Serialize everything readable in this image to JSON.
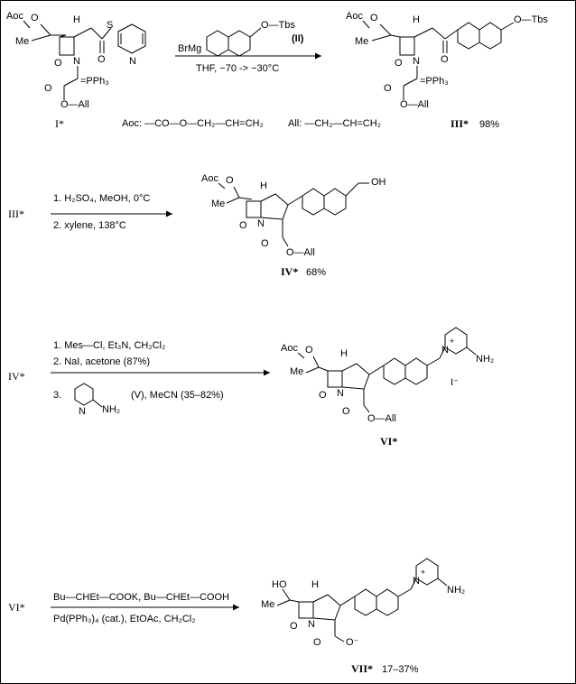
{
  "step1": {
    "reagent_left": "BrMg",
    "reagent_right": "O—Tbs",
    "reagent_ref": "(II)",
    "conditions": "THF, −70 -> −30°C",
    "sm_label": "I*",
    "aoc_def": "Aoc: —CO—O—CH₂—CH=CH₂",
    "all_def": "All: —CH₂—CH=CH₂",
    "product_label": "III*",
    "product_yield": "98%",
    "sm_aoc": "Aoc",
    "sm_s": "S",
    "sm_o": "O",
    "sm_me": "Me",
    "sm_h": "H",
    "sm_n": "N",
    "sm_ring_n": "N",
    "sm_pph3": "=PPh₃",
    "sm_oall": "O—All",
    "prod_aoc": "Aoc",
    "prod_me": "Me",
    "prod_h": "H",
    "prod_n": "N",
    "prod_o": "O",
    "prod_pph3": "=PPh₃",
    "prod_oall": "O—All",
    "prod_otbs": "O—Tbs"
  },
  "step2": {
    "sm_label": "III*",
    "cond1": "1. H₂SO₄, MeOH, 0°C",
    "cond2": "2. xylene, 138°C",
    "product_label": "IV*",
    "product_yield": "68%",
    "aoc": "Aoc",
    "me": "Me",
    "h": "H",
    "n": "N",
    "o": "O",
    "oall": "O—All",
    "oh": "OH"
  },
  "step3": {
    "sm_label": "IV*",
    "cond1": "1. Mes—Cl, Et₃N, CH₂Cl₂",
    "cond2": "2. NaI, acetone (87%)",
    "cond3_num": "3.",
    "cond3_nh2": "NH₂",
    "cond3_ring_n": "N",
    "cond3_rest": "(V), MeCN (35–82%)",
    "product_label": "VI*",
    "aoc": "Aoc",
    "me": "Me",
    "h": "H",
    "n": "N",
    "o": "O",
    "oall": "O—All",
    "pyr_n": "N",
    "plus": "+",
    "nh2": "NH₂",
    "iodide": "I⁻"
  },
  "step4": {
    "sm_label": "VI*",
    "cond1": "Bu—CHEt—COOK, Bu—CHEt—COOH",
    "cond2": "Pd(PPh₃)₄ (cat.), EtOAc, CH₂Cl₂",
    "product_label": "VII*",
    "product_yield": "17–37%",
    "ho": "HO",
    "me": "Me",
    "h": "H",
    "n": "N",
    "o": "O",
    "coo": "O⁻",
    "pyr_n": "N",
    "plus": "+",
    "nh2": "NH₂"
  }
}
